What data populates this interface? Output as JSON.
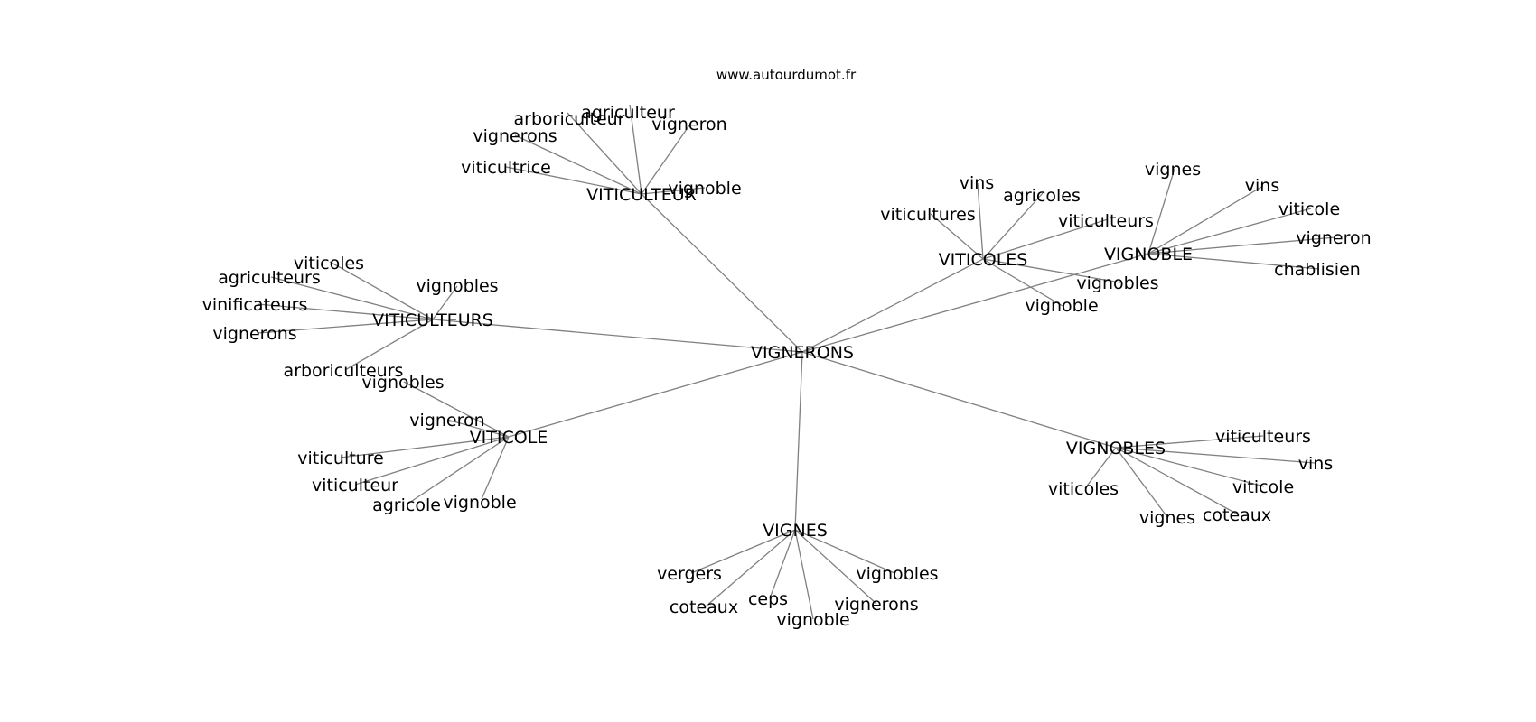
{
  "source": "www.autourdumot.fr",
  "colors": {
    "edge": "#808080",
    "text": "#000000",
    "background": "#ffffff"
  },
  "center": "VIGNERONS",
  "groups": [
    {
      "hub": "VITICULTEUR",
      "words": [
        "agriculteur",
        "arboriculteur",
        "vigneron",
        "vignerons",
        "viticultrice",
        "vignoble"
      ]
    },
    {
      "hub": "VITICOLES",
      "words": [
        "vins",
        "agricoles",
        "viticultures",
        "viticulteurs",
        "vignobles",
        "vignoble"
      ]
    },
    {
      "hub": "VIGNOBLE",
      "words": [
        "vignes",
        "vins",
        "viticole",
        "vigneron",
        "chablisien"
      ]
    },
    {
      "hub": "VITICULTEURS",
      "words": [
        "viticoles",
        "agriculteurs",
        "vignobles",
        "vinificateurs",
        "vignerons",
        "arboriculteurs"
      ]
    },
    {
      "hub": "VITICOLE",
      "words": [
        "vignobles",
        "vigneron",
        "viticulture",
        "viticulteur",
        "agricole",
        "vignoble"
      ]
    },
    {
      "hub": "VIGNOBLES",
      "words": [
        "viticulteurs",
        "vins",
        "viticole",
        "vignes",
        "coteaux",
        "viticoles"
      ]
    },
    {
      "hub": "VIGNES",
      "words": [
        "vergers",
        "vignobles",
        "coteaux",
        "ceps",
        "vignerons",
        "vignoble"
      ]
    }
  ]
}
